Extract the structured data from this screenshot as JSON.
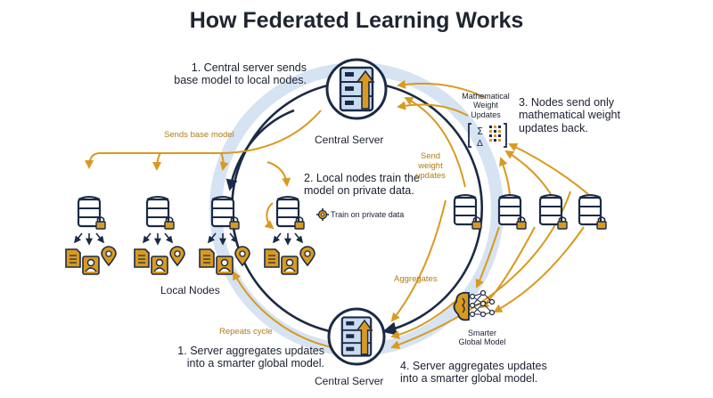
{
  "title": "How Federated Learning Works",
  "steps": {
    "step1_top": [
      "1. Central server sends",
      "base model to local nodes."
    ],
    "step2": [
      "2. Local nodes train the",
      "model on private data."
    ],
    "step3": [
      "3. Nodes send only",
      "mathematical weight",
      "updates back."
    ],
    "step1_bottom": [
      "1. Server aggregates updates",
      "into a smarter global model."
    ],
    "step4": [
      "4. Server aggregates updates",
      "into a smarter global model."
    ]
  },
  "labels": {
    "central_server_top": "Central Server",
    "central_server_bottom": "Central Server",
    "local_nodes": "Local Nodes",
    "sends_base_model": "Sends base model",
    "send_weight_updates": [
      "Send",
      "weight",
      "updates"
    ],
    "mathematical_weight_updates": [
      "Mathematical",
      "Weight",
      "Updates"
    ],
    "train_on_private_data": "Train on private data",
    "aggregates": "Aggregates",
    "repeats_cycle": "Repeats cycle",
    "smarter_global_model": [
      "Smarter",
      "Global Model"
    ]
  },
  "colors": {
    "navy": "#1b2a45",
    "gold": "#d99a1e",
    "gold_text": "#b27a12",
    "light_blue": "#d6e3f3",
    "server_fill": "#c9dcf0",
    "white": "#ffffff"
  }
}
